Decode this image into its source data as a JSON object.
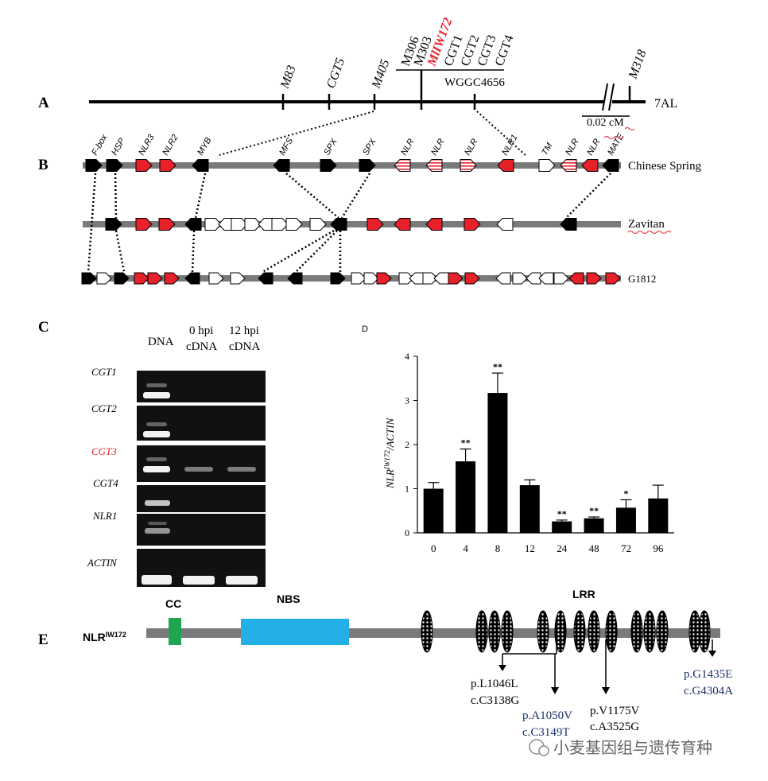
{
  "panel_labels": {
    "a": "A",
    "b": "B",
    "c": "C",
    "d": "D",
    "e": "E"
  },
  "panel_a": {
    "chromosome": "7AL",
    "markers": [
      "M83",
      "CGT5",
      "M405",
      "M306",
      "M303",
      "MlIW172",
      "CGT1",
      "CGT2",
      "CGT3",
      "CGT4",
      "M318"
    ],
    "interval_label": "WGGC4656",
    "scale_label": "0.02 cM"
  },
  "panel_b": {
    "rows": [
      "Chinese Spring",
      "Zavitan",
      "G1812"
    ],
    "gene_labels": [
      "F-box",
      "HSP",
      "NLR3",
      "NLR2",
      "MYB",
      "MFS",
      "SPX",
      "SPX",
      "NLR",
      "NLR",
      "NLR",
      "NLR1",
      "TM",
      "NLR",
      "NLR",
      "MATE"
    ]
  },
  "panel_c": {
    "column_headers": [
      "DNA",
      "0 hpi",
      "cDNA",
      "12 hpi",
      "cDNA"
    ],
    "lanes": [
      "CGT1",
      "CGT2",
      "CGT3",
      "CGT4",
      "NLR1",
      "ACTIN"
    ]
  },
  "panel_d": {
    "chart_data": {
      "type": "bar",
      "categories": [
        "0",
        "4",
        "8",
        "12",
        "24",
        "48",
        "72",
        "96"
      ],
      "values": [
        1.0,
        1.62,
        3.17,
        1.08,
        0.26,
        0.33,
        0.57,
        0.78
      ],
      "errors": [
        0.14,
        0.28,
        0.45,
        0.12,
        0.03,
        0.03,
        0.18,
        0.3
      ],
      "significance": [
        "",
        "**",
        "**",
        "",
        "**",
        "**",
        "*",
        ""
      ],
      "ylim": [
        0,
        4
      ],
      "yticks": [
        "0",
        "1",
        "2",
        "3",
        "4"
      ],
      "ylabel_main": "NLR",
      "ylabel_sup": "IW172",
      "ylabel_tail": "/ACTIN"
    }
  },
  "panel_e": {
    "protein_main": "NLR",
    "protein_sup": "IW172",
    "domains": [
      "CC",
      "NBS",
      "LRR"
    ],
    "mutations": [
      {
        "protein": "p.L1046L",
        "cdna": "c.C3138G"
      },
      {
        "protein": "p.A1050V",
        "cdna": "c.C3149T"
      },
      {
        "protein": "p.V1175V",
        "cdna": "c.A3525G"
      },
      {
        "protein": "p.G1435E",
        "cdna": "c.G4304A"
      }
    ]
  },
  "watermark": "小麦基因组与遗传育种",
  "colors": {
    "resistance_red": "#e8202a",
    "nbs_blue": "#23aee8",
    "cc_green": "#1fa451",
    "mutation_blue": "#1b2f6b",
    "track_gray": "#7a7a7a"
  }
}
